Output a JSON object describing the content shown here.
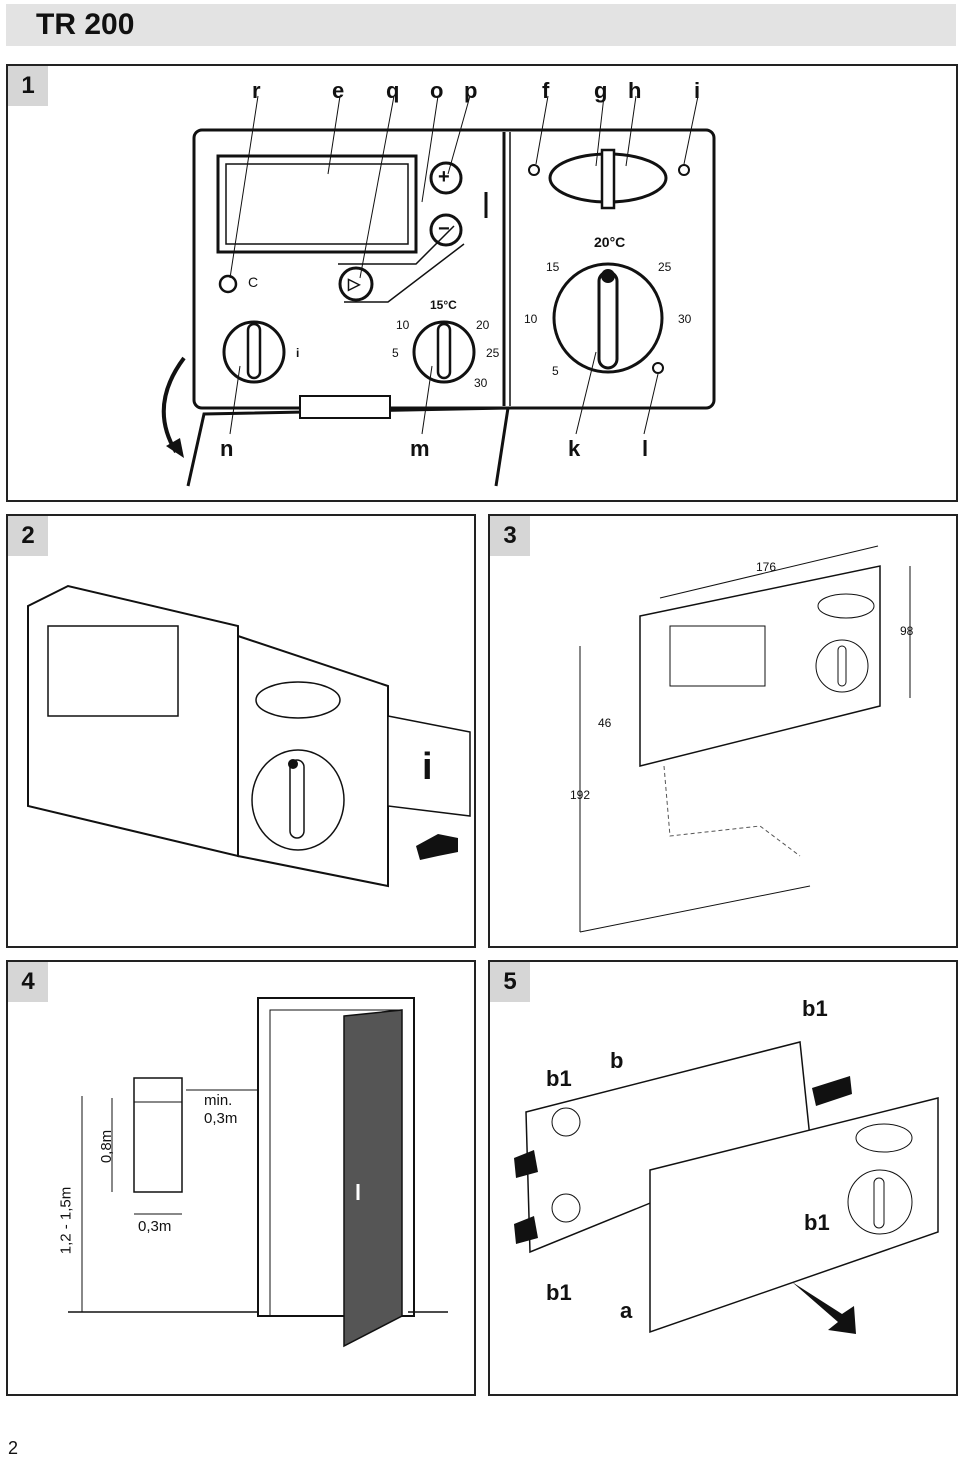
{
  "header": {
    "title": "TR 200"
  },
  "page_number": "2",
  "fig1": {
    "number": "1",
    "top_labels": [
      "r",
      "e",
      "q",
      "o",
      "p",
      "f",
      "g",
      "h",
      "i"
    ],
    "bottom_labels": [
      "n",
      "m",
      "k",
      "l"
    ],
    "clock_letter": "C",
    "knob_m": {
      "center": "15°C",
      "ticks": [
        "10",
        "20",
        "5",
        "25",
        "30"
      ]
    },
    "knob_k": {
      "center": "20°C",
      "ticks": [
        "15",
        "25",
        "10",
        "30",
        "5"
      ]
    },
    "buttons": {
      "plus": "+",
      "minus": "−",
      "play": "▷"
    },
    "info_mark": "i"
  },
  "fig2": {
    "number": "2",
    "info_card": "i"
  },
  "fig3": {
    "number": "3",
    "dims": [
      "176",
      "98",
      "46",
      "192"
    ]
  },
  "fig4": {
    "number": "4",
    "dims": [
      "min.",
      "0,3m",
      "0,8m",
      "0,3m",
      "1,2 - 1,5m"
    ]
  },
  "fig5": {
    "number": "5",
    "labels": [
      "b1",
      "b",
      "b1",
      "b1",
      "b1",
      "a"
    ]
  }
}
